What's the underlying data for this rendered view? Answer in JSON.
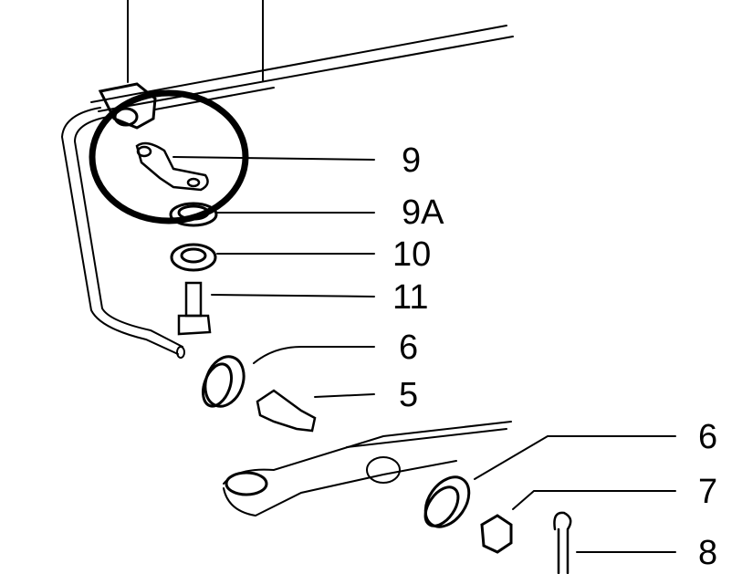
{
  "callouts": [
    {
      "id": "9",
      "label": "9"
    },
    {
      "id": "9a",
      "label": "9A"
    },
    {
      "id": "10",
      "label": "10"
    },
    {
      "id": "11",
      "label": "11"
    },
    {
      "id": "6-upper",
      "label": "6"
    },
    {
      "id": "5",
      "label": "5"
    },
    {
      "id": "6-lower",
      "label": "6"
    },
    {
      "id": "7",
      "label": "7"
    },
    {
      "id": "8",
      "label": "8"
    }
  ],
  "colors": {
    "ink": "#000000",
    "background": "#ffffff"
  }
}
